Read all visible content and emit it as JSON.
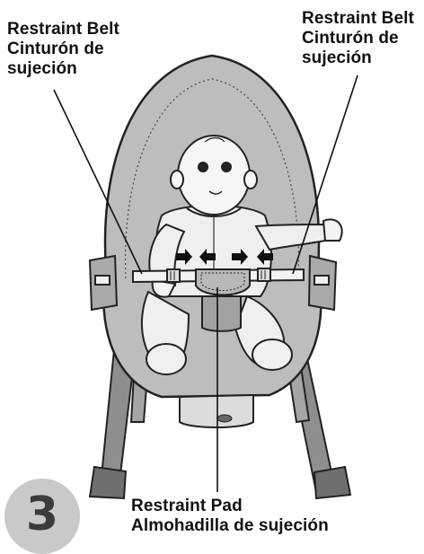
{
  "labels": {
    "left_belt": [
      "Restraint Belt",
      "Cinturón de",
      "sujeción"
    ],
    "right_belt": [
      "Restraint Belt",
      "Cinturón de",
      "sujeción"
    ],
    "pad": [
      "Restraint Pad",
      "Almohadilla de sujeción"
    ]
  },
  "step_number": "3",
  "colors": {
    "seat": "#bdbdbd",
    "seat_dark": "#9a9a9a",
    "outline": "#222222",
    "frame": "#8e8e8e",
    "label": "#111111",
    "step_circle": "#c9c9c9"
  },
  "icons": [
    "arrow-right-icon",
    "arrow-left-icon",
    "buckle-icon"
  ]
}
